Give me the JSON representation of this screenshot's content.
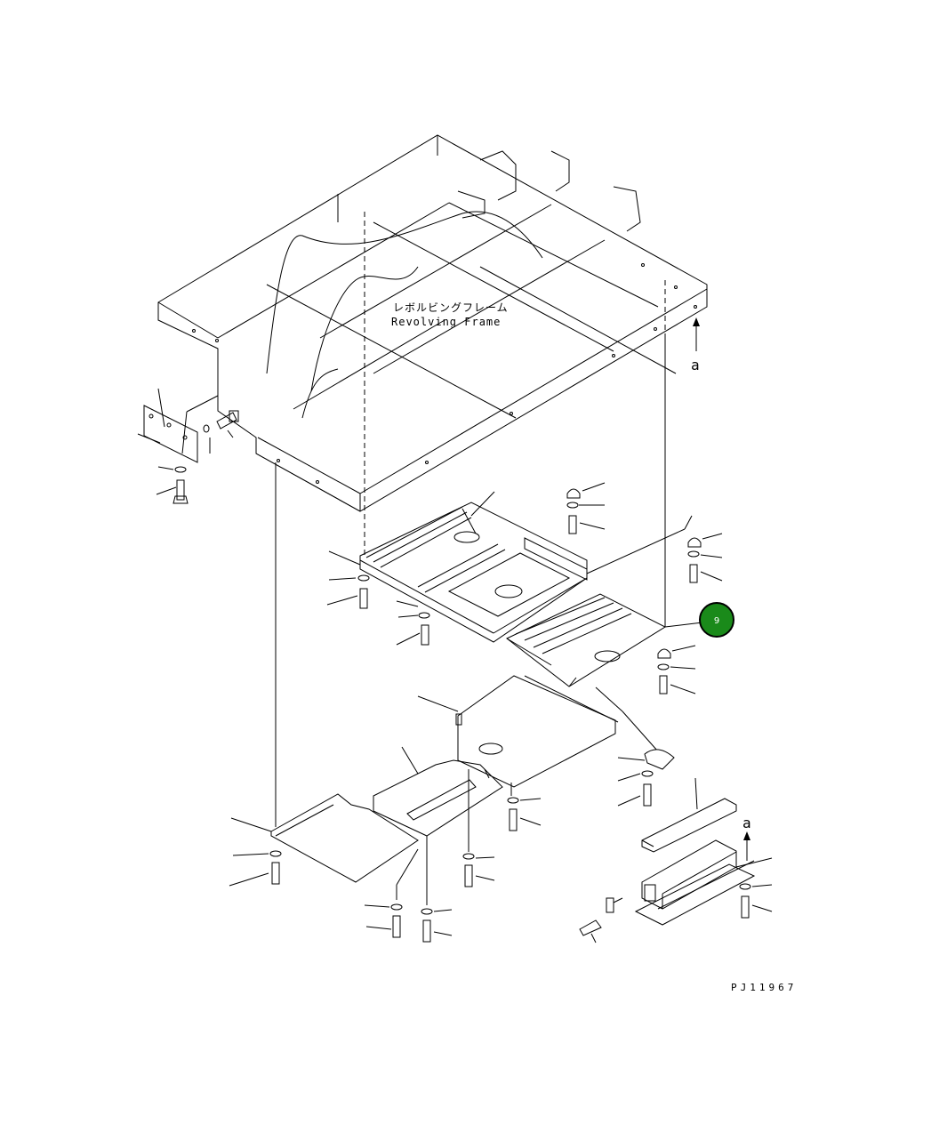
{
  "frame_label_jp": "レボルビングフレーム",
  "frame_label_en": "Revolving Frame",
  "view_markers": [
    "a",
    "a"
  ],
  "callout_badge": {
    "label": "9",
    "color": "#1a8a1a"
  },
  "drawing_number": "PJ11967"
}
